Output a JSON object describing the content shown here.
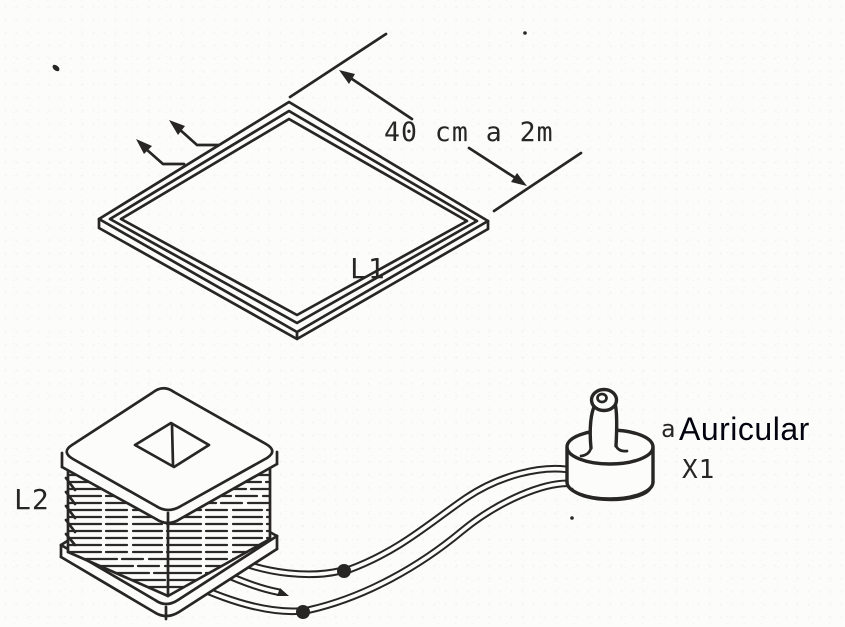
{
  "figure": {
    "loop_label": "L1",
    "coil_label": "L2",
    "dimension_label": "40 cm a 2m",
    "earphone_fragment": "a",
    "earphone_label": "Auricular",
    "earphone_ref": "X1"
  },
  "colors": {
    "ink": "#272624",
    "paper": "#fcfcfa",
    "digital_label_text": "#03030f"
  }
}
